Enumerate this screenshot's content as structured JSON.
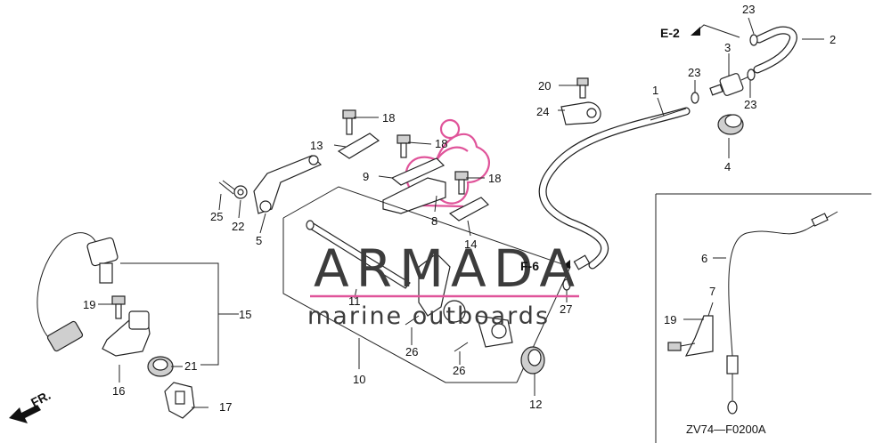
{
  "diagram": {
    "part_labels": {
      "p1": "1",
      "p2": "2",
      "p3": "3",
      "p4": "4",
      "p5": "5",
      "p6": "6",
      "p7": "7",
      "p8": "8",
      "p9": "9",
      "p10": "10",
      "p11": "11",
      "p12": "12",
      "p13": "13",
      "p14": "14",
      "p15": "15",
      "p16": "16",
      "p17": "17",
      "p18a": "18",
      "p18b": "18",
      "p18c": "18",
      "p19a": "19",
      "p19b": "19",
      "p20": "20",
      "p21": "21",
      "p22": "22",
      "p23a": "23",
      "p23b": "23",
      "p23c": "23",
      "p24": "24",
      "p25": "25",
      "p26a": "26",
      "p26b": "26",
      "p27": "27"
    },
    "refs": {
      "e2": "E-2",
      "f6": "F-6",
      "front": "FR."
    },
    "drawing_code": "ZV74—F0200A"
  },
  "watermark": {
    "brand": "ARMADA",
    "tagline": "marine outboards",
    "logo_color": "#e0549a"
  }
}
